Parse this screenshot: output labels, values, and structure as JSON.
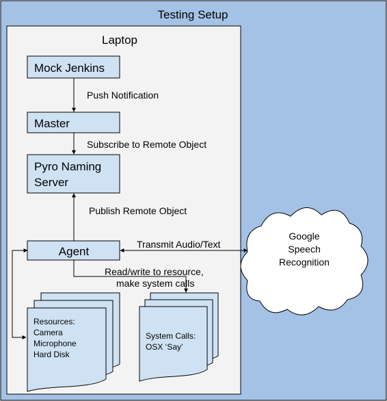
{
  "colors": {
    "outer_fill": "#a4c2e6",
    "laptop_fill": "#f3f3f3",
    "box_fill": "#cfe2f3",
    "line": "#000000",
    "cloud_fill": "#ffffff"
  },
  "outer": {
    "title": "Testing Setup"
  },
  "laptop": {
    "title": "Laptop"
  },
  "nodes": {
    "mock_jenkins": "Mock Jenkins",
    "master": "Master",
    "pyro_line1": "Pyro Naming",
    "pyro_line2": "Server",
    "agent": "Agent"
  },
  "edges": {
    "push_notification": "Push Notification",
    "subscribe": "Subscribe to Remote Object",
    "publish": "Publish Remote Object",
    "transmit": "Transmit Audio/Text",
    "readwrite_line1": "Read/write to resource,",
    "readwrite_line2": "make system calls"
  },
  "resources": {
    "title": "Resources:",
    "items": [
      "Camera",
      "Microphone",
      "Hard Disk"
    ]
  },
  "system_calls": {
    "title": "System Calls:",
    "item": "OSX ‘Say’"
  },
  "cloud": {
    "line1": "Google",
    "line2": "Speech",
    "line3": "Recognition"
  }
}
